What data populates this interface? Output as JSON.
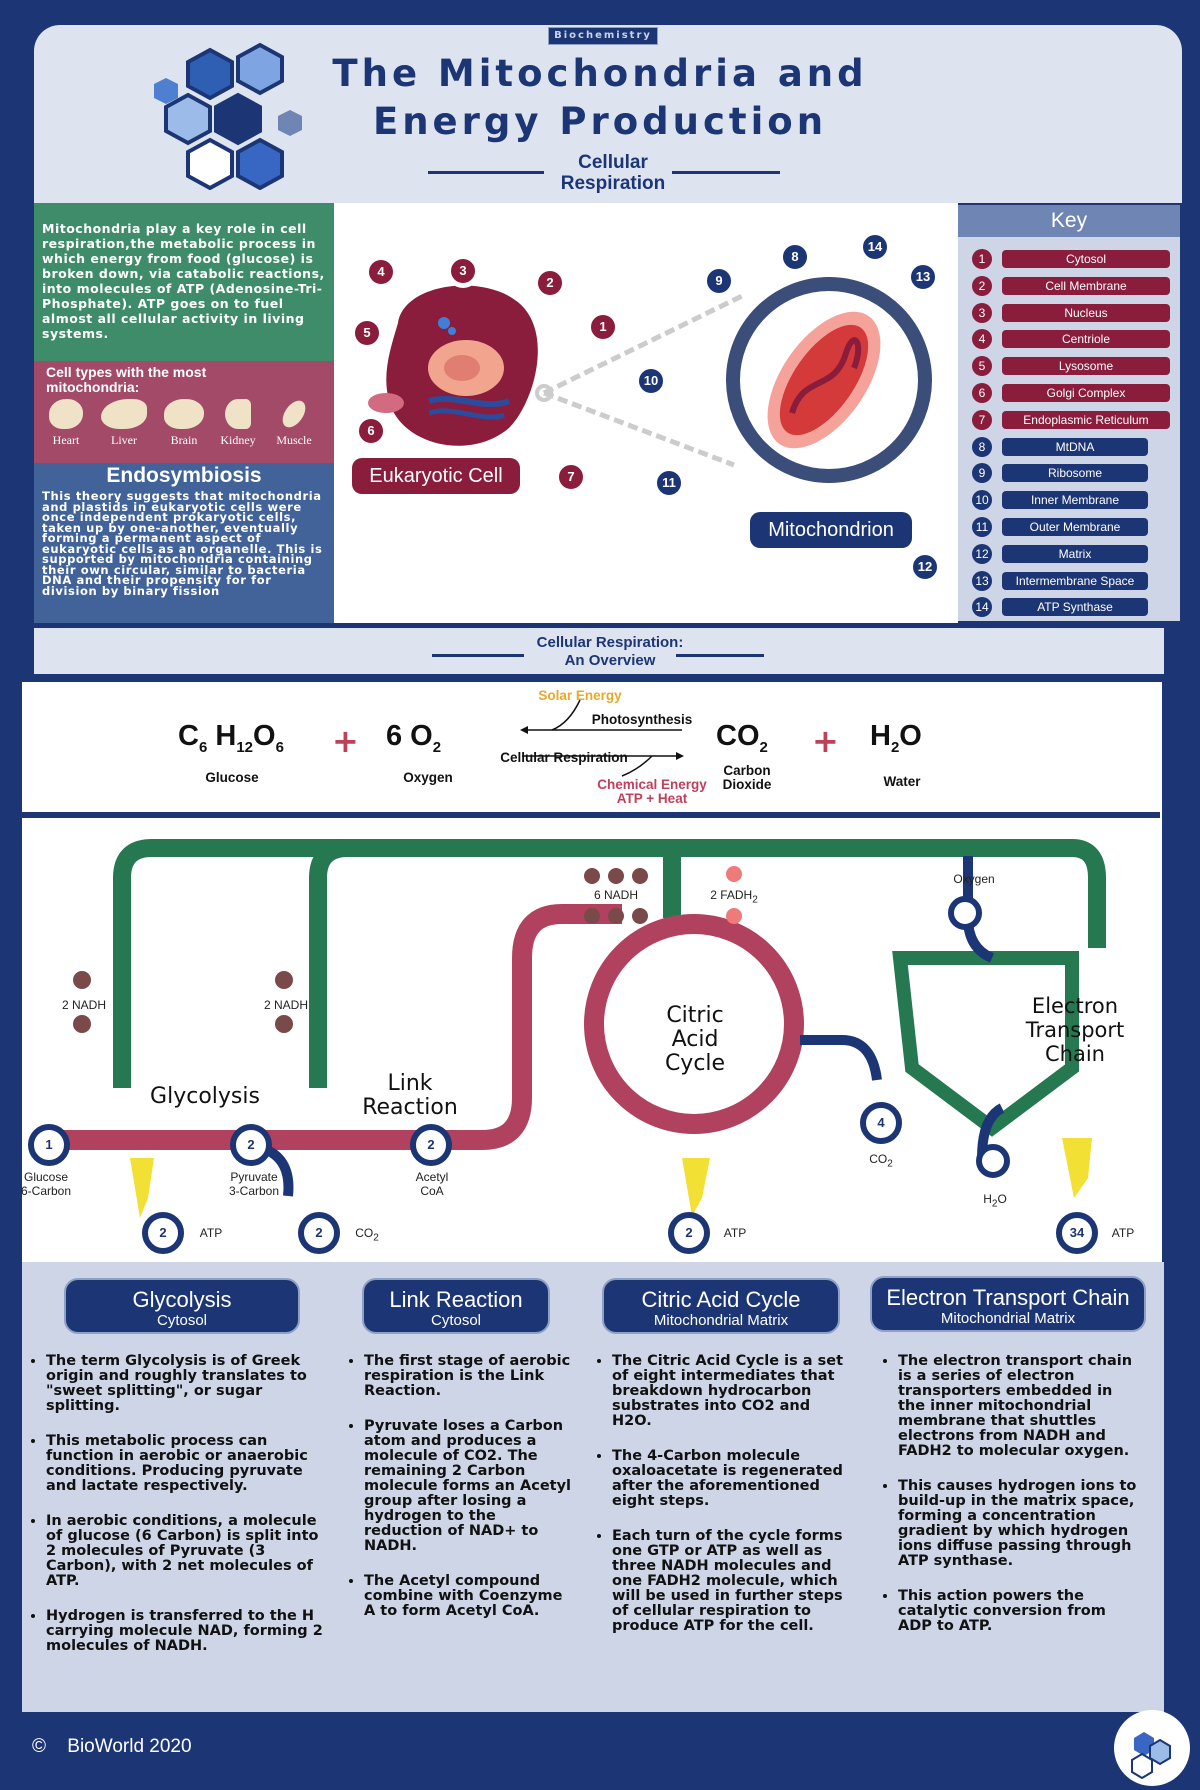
{
  "header": {
    "tag": "Biochemistry",
    "title_line1": "The Mitochondria and",
    "title_line2": "Energy Production",
    "subtitle_line1": "Cellular",
    "subtitle_line2": "Respiration"
  },
  "intro": {
    "text": "Mitochondria play a key role in cell respiration,the metabolic process in which energy from food (glucose) is broken down, via catabolic reactions, into molecules of ATP (Adenosine-Tri-Phosphate). ATP goes on to fuel almost all cellular activity in living systems."
  },
  "cell_types": {
    "heading": "Cell types with the most mitochondria:",
    "items": [
      "Heart",
      "Liver",
      "Brain",
      "Kidney",
      "Muscle"
    ]
  },
  "endosymbiosis": {
    "heading": "Endosymbiosis",
    "text": "This theory suggests that mitochondria and plastids in eukaryotic cells were once independent prokaryotic cells, taken up by one-another, eventually forming a permanent aspect of eukaryotic cells as an organelle. This is supported by mitochondria containing their own circular, similar to bacteria DNA and their propensity for for division by binary fission"
  },
  "figures": {
    "cell_label": "Eukaryotic Cell",
    "mito_label": "Mitochondrion",
    "cell_numbers": [
      "1",
      "2",
      "3",
      "4",
      "5",
      "6",
      "7"
    ],
    "mito_numbers": [
      "8",
      "9",
      "10",
      "11",
      "12",
      "13",
      "14"
    ]
  },
  "key": {
    "title": "Key",
    "items": [
      {
        "num": "1",
        "label": "Cytosol"
      },
      {
        "num": "2",
        "label": "Cell Membrane"
      },
      {
        "num": "3",
        "label": "Nucleus"
      },
      {
        "num": "4",
        "label": "Centriole"
      },
      {
        "num": "5",
        "label": "Lysosome"
      },
      {
        "num": "6",
        "label": "Golgi Complex"
      },
      {
        "num": "7",
        "label": "Endoplasmic Reticulum"
      },
      {
        "num": "8",
        "label": "MtDNA"
      },
      {
        "num": "9",
        "label": "Ribosome"
      },
      {
        "num": "10",
        "label": "Inner Membrane"
      },
      {
        "num": "11",
        "label": "Outer Membrane"
      },
      {
        "num": "12",
        "label": "Matrix"
      },
      {
        "num": "13",
        "label": "Intermembrane Space"
      },
      {
        "num": "14",
        "label": "ATP Synthase"
      }
    ],
    "colors": {
      "cell": "#8a1c3c",
      "mito": "#1c3575"
    }
  },
  "overview": {
    "line1": "Cellular Respiration:",
    "line2": "An Overview"
  },
  "equation": {
    "glucose_main": "C",
    "glucose_sub1": "6",
    "glucose_h": "H",
    "glucose_sub2": "12",
    "glucose_o": "O",
    "glucose_sub3": "6",
    "glucose_label": "Glucose",
    "plus": "+",
    "oxygen": "6 O",
    "oxygen_sub": "2",
    "oxygen_label": "Oxygen",
    "solar": "Solar Energy",
    "photosynthesis": "Photosynthesis",
    "cellular_respiration": "Cellular Respiration",
    "chemical1": "Chemical Energy",
    "chemical2": "ATP + Heat",
    "co2": "CO",
    "co2_sub": "2",
    "co2_label1": "Carbon",
    "co2_label2": "Dioxide",
    "water_h": "H",
    "water_sub": "2",
    "water_o": "O",
    "water_label": "Water"
  },
  "diagram": {
    "glycolysis": "Glycolysis",
    "link1": "Link",
    "link2": "Reaction",
    "citric1": "Citric",
    "citric2": "Acid",
    "citric3": "Cycle",
    "etc1": "Electron",
    "etc2": "Transport",
    "etc3": "Chain",
    "nadh_a": "2 NADH",
    "nadh_b": "2 NADH",
    "nadh_c": "6 NADH",
    "fadh": "2 FADH",
    "fadh_sub": "2",
    "oxygen": "Oxygen",
    "node_glucose": "1",
    "glucose1": "Glucose",
    "glucose2": "6-Carbon",
    "node_pyruvate": "2",
    "pyruvate1": "Pyruvate",
    "pyruvate2": "3-Carbon",
    "node_acetyl": "2",
    "acetyl1": "Acetyl",
    "acetyl2": "CoA",
    "node_atp1": "2",
    "atp1": "ATP",
    "node_co2a": "2",
    "co2a": "CO",
    "co2a_sub": "2",
    "node_atp2": "2",
    "atp2": "ATP",
    "node_co2b": "4",
    "co2b": "CO",
    "co2b_sub": "2",
    "h2o_h": "H",
    "h2o_sub": "2",
    "h2o_o": "O",
    "node_atp3": "34",
    "atp3": "ATP"
  },
  "sections": [
    {
      "title": "Glycolysis",
      "location": "Cytosol",
      "bullets": [
        "The term Glycolysis is of Greek origin and roughly translates to \"sweet splitting\", or sugar splitting.",
        "This metabolic process can function in aerobic or anaerobic conditions. Producing pyruvate and lactate respectively.",
        "In aerobic conditions, a molecule of glucose (6 Carbon) is split into 2 molecules of Pyruvate (3 Carbon), with 2 net molecules of ATP.",
        "Hydrogen is transferred to the H carrying molecule NAD, forming 2 molecules of NADH."
      ]
    },
    {
      "title": "Link Reaction",
      "location": "Cytosol",
      "bullets": [
        "The first stage of aerobic respiration is the Link Reaction.",
        "Pyruvate loses a Carbon atom and produces a molecule of CO2. The remaining 2 Carbon molecule forms an Acetyl group after losing a hydrogen to the reduction of NAD+ to NADH.",
        "The Acetyl compound combine with Coenzyme A to form Acetyl CoA."
      ]
    },
    {
      "title": "Citric Acid Cycle",
      "location": "Mitochondrial Matrix",
      "bullets": [
        "The Citric Acid Cycle is a set of eight intermediates that breakdown hydrocarbon substrates into CO2 and H2O.",
        "The 4-Carbon molecule oxaloacetate is regenerated after the aforementioned eight steps.",
        "Each turn of the cycle forms one GTP or ATP as well as three NADH molecules and one FADH2 molecule, which will be used in further steps of cellular respiration to produce ATP for the cell."
      ]
    },
    {
      "title": "Electron Transport Chain",
      "location": "Mitochondrial Matrix",
      "bullets": [
        "The electron transport chain is a series of electron transporters embedded in the inner mitochondrial membrane that shuttles electrons from NADH and FADH2 to molecular oxygen.",
        "This causes hydrogen ions to build-up in the matrix space, forming a concentration gradient by which hydrogen ions diffuse passing through ATP synthase.",
        "This action powers the catalytic conversion from ADP to ATP."
      ]
    }
  ],
  "footer": {
    "copyright": "©",
    "text": "BioWorld 2020"
  }
}
